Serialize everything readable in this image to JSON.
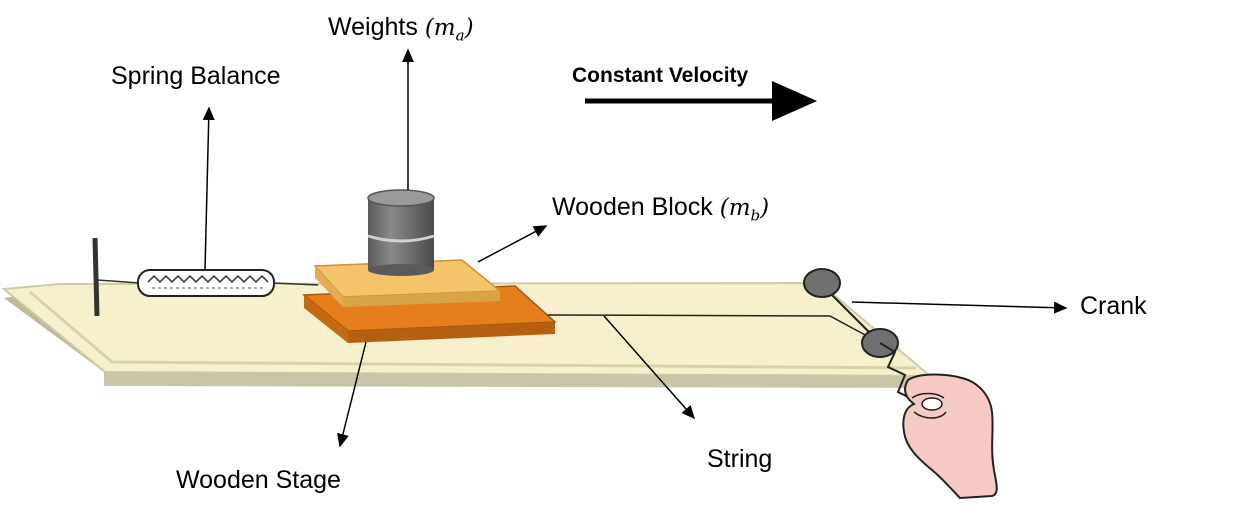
{
  "labels": {
    "weights": "Weights",
    "weights_symbol": "m",
    "weights_sub": "a",
    "spring_balance": "Spring Balance",
    "constant_velocity": "Constant Velocity",
    "wooden_block": "Wooden Block",
    "wooden_block_symbol": "m",
    "wooden_block_sub": "b",
    "crank": "Crank",
    "string": "String",
    "wooden_stage": "Wooden Stage"
  },
  "colors": {
    "table_top": "#f6f1cc",
    "table_edge": "#d8d4b0",
    "table_shadow": "#9c9a82",
    "block_top": "#f5c46a",
    "block_side": "#d9a447",
    "stage_top": "#e67e1e",
    "stage_side": "#b55f12",
    "weight_body": "#6d6d6d",
    "weight_rim": "#9a9a9a",
    "pulley": "#707070",
    "hand": "#f6c9c4",
    "arrow": "#000000"
  }
}
